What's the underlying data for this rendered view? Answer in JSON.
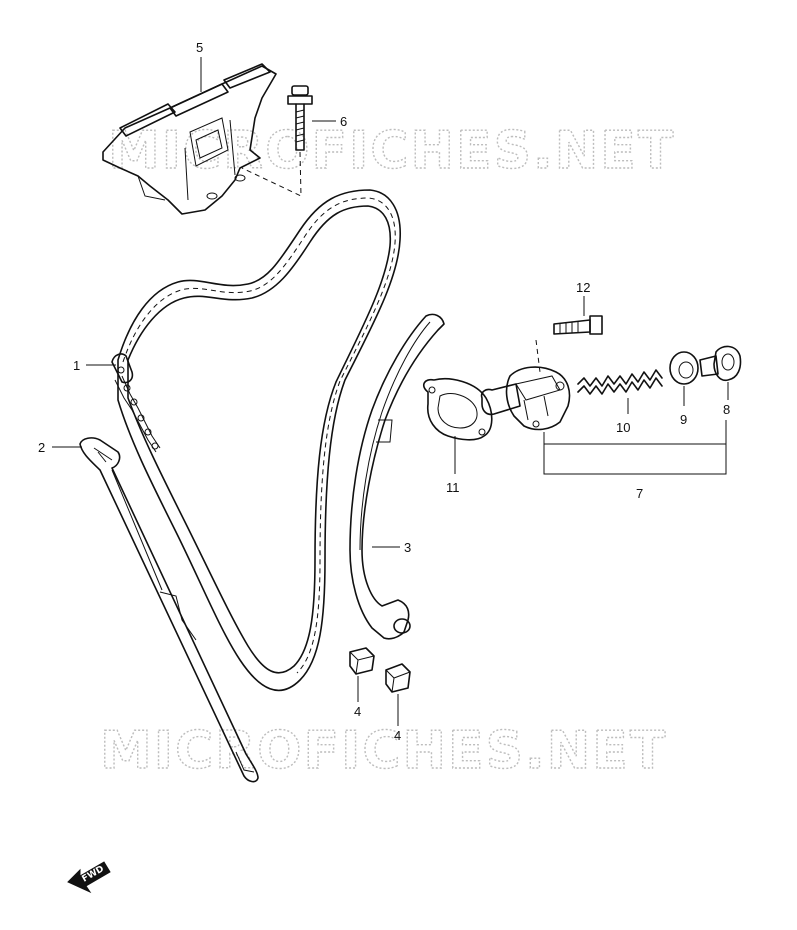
{
  "watermark": {
    "text": "MICROFICHES.NET"
  },
  "fwd_label": "FWD",
  "callouts": [
    {
      "id": "c1",
      "label": "1"
    },
    {
      "id": "c2",
      "label": "2"
    },
    {
      "id": "c3",
      "label": "3"
    },
    {
      "id": "c4a",
      "label": "4"
    },
    {
      "id": "c4b",
      "label": "4"
    },
    {
      "id": "c5",
      "label": "5"
    },
    {
      "id": "c6",
      "label": "6"
    },
    {
      "id": "c7",
      "label": "7"
    },
    {
      "id": "c8",
      "label": "8"
    },
    {
      "id": "c9",
      "label": "9"
    },
    {
      "id": "c10",
      "label": "10"
    },
    {
      "id": "c11",
      "label": "11"
    },
    {
      "id": "c12",
      "label": "12"
    }
  ]
}
